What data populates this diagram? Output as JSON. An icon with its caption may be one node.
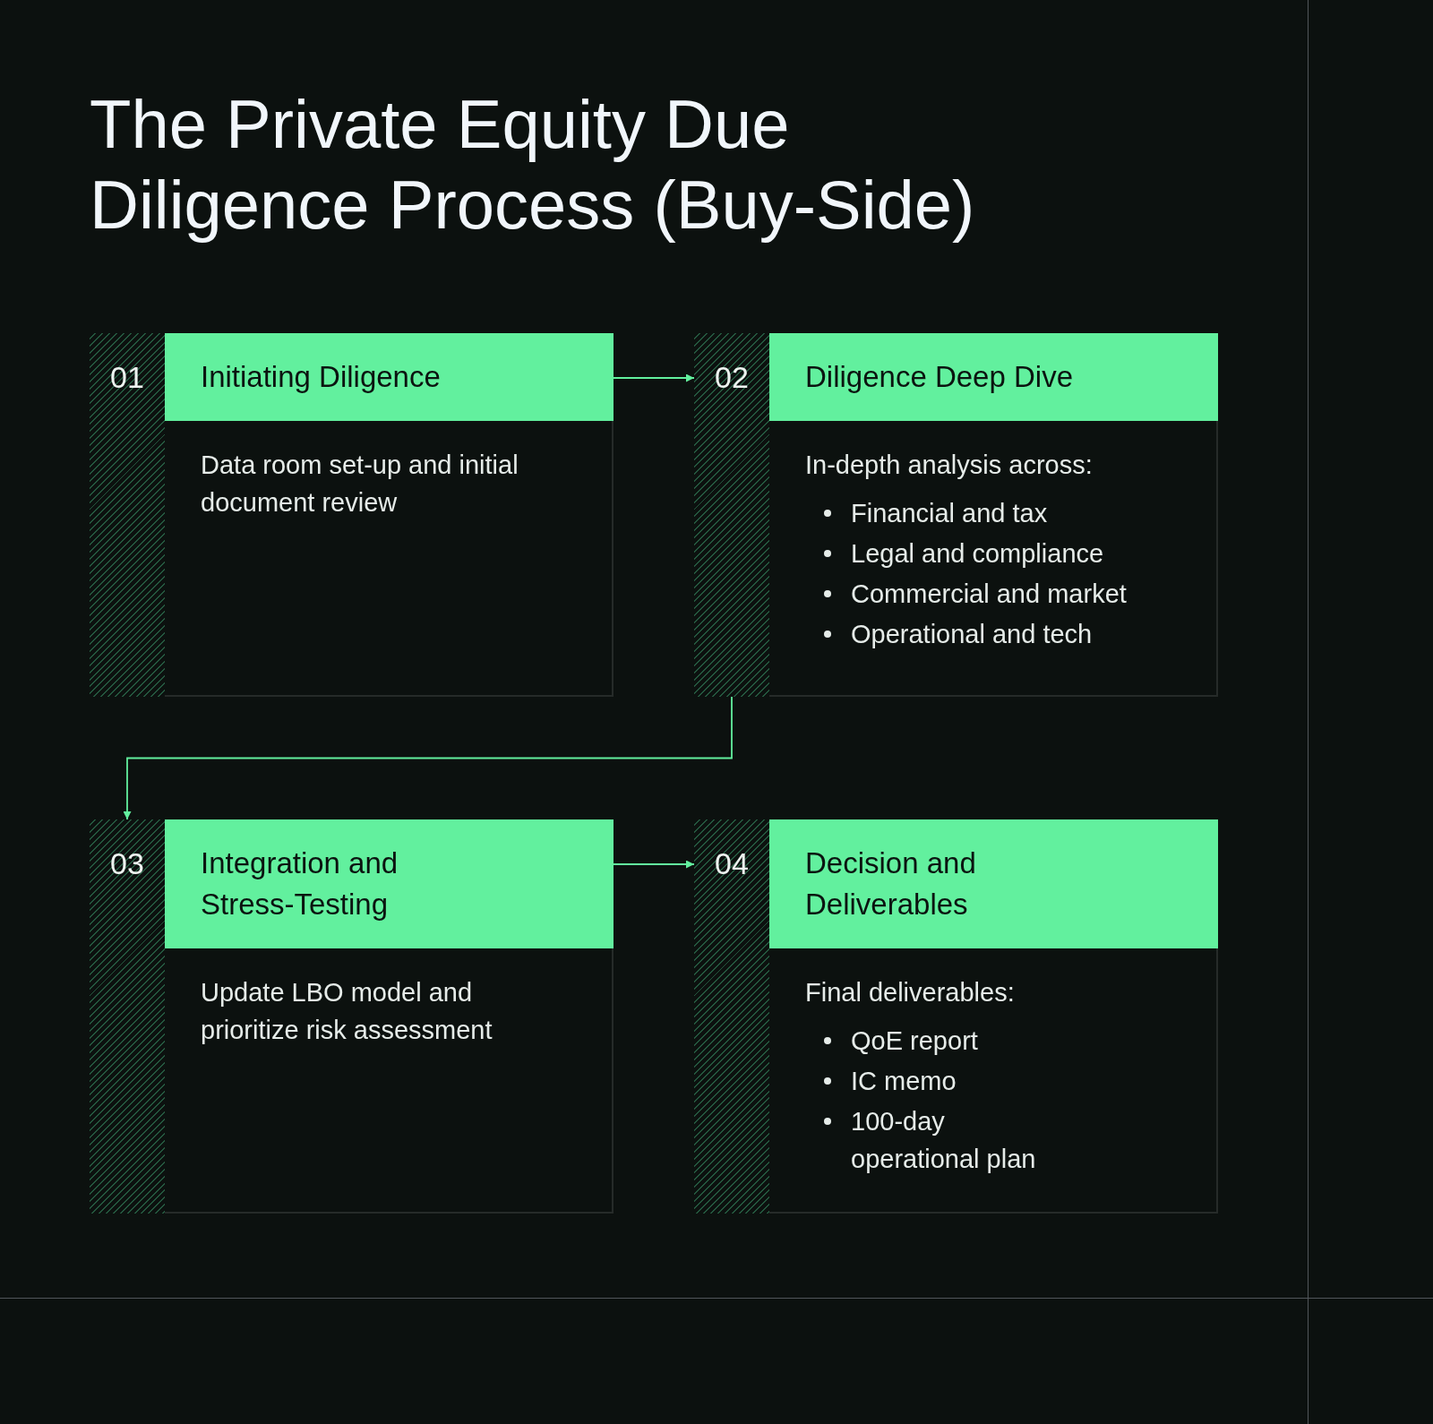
{
  "diagram": {
    "title": "The Private Equity Due Diligence Process (Buy-Side)",
    "nodes": [
      {
        "text": [
          "01",
          "Initiating Diligence",
          "Data room set-up and initial document review"
        ]
      },
      {
        "text": [
          "02",
          "Diligence Deep Dive",
          "In-depth analysis across:",
          "Financial and tax",
          "Legal and compliance",
          "Commercial and market",
          "Operational and tech"
        ]
      },
      {
        "text": [
          "03",
          "Integration and Stress-Testing",
          "Update LBO model and prioritize risk assessment"
        ]
      },
      {
        "text": [
          "04",
          "Decision and Deliverables",
          "Final deliverables:",
          "QoE report",
          "IC memo",
          "100-day operational plan"
        ]
      }
    ],
    "edges": [
      {
        "from": 0,
        "to": 1,
        "arrow": "to"
      },
      {
        "from": 1,
        "to": 2,
        "arrow": "to"
      },
      {
        "from": 2,
        "to": 3,
        "arrow": "to"
      }
    ]
  }
}
